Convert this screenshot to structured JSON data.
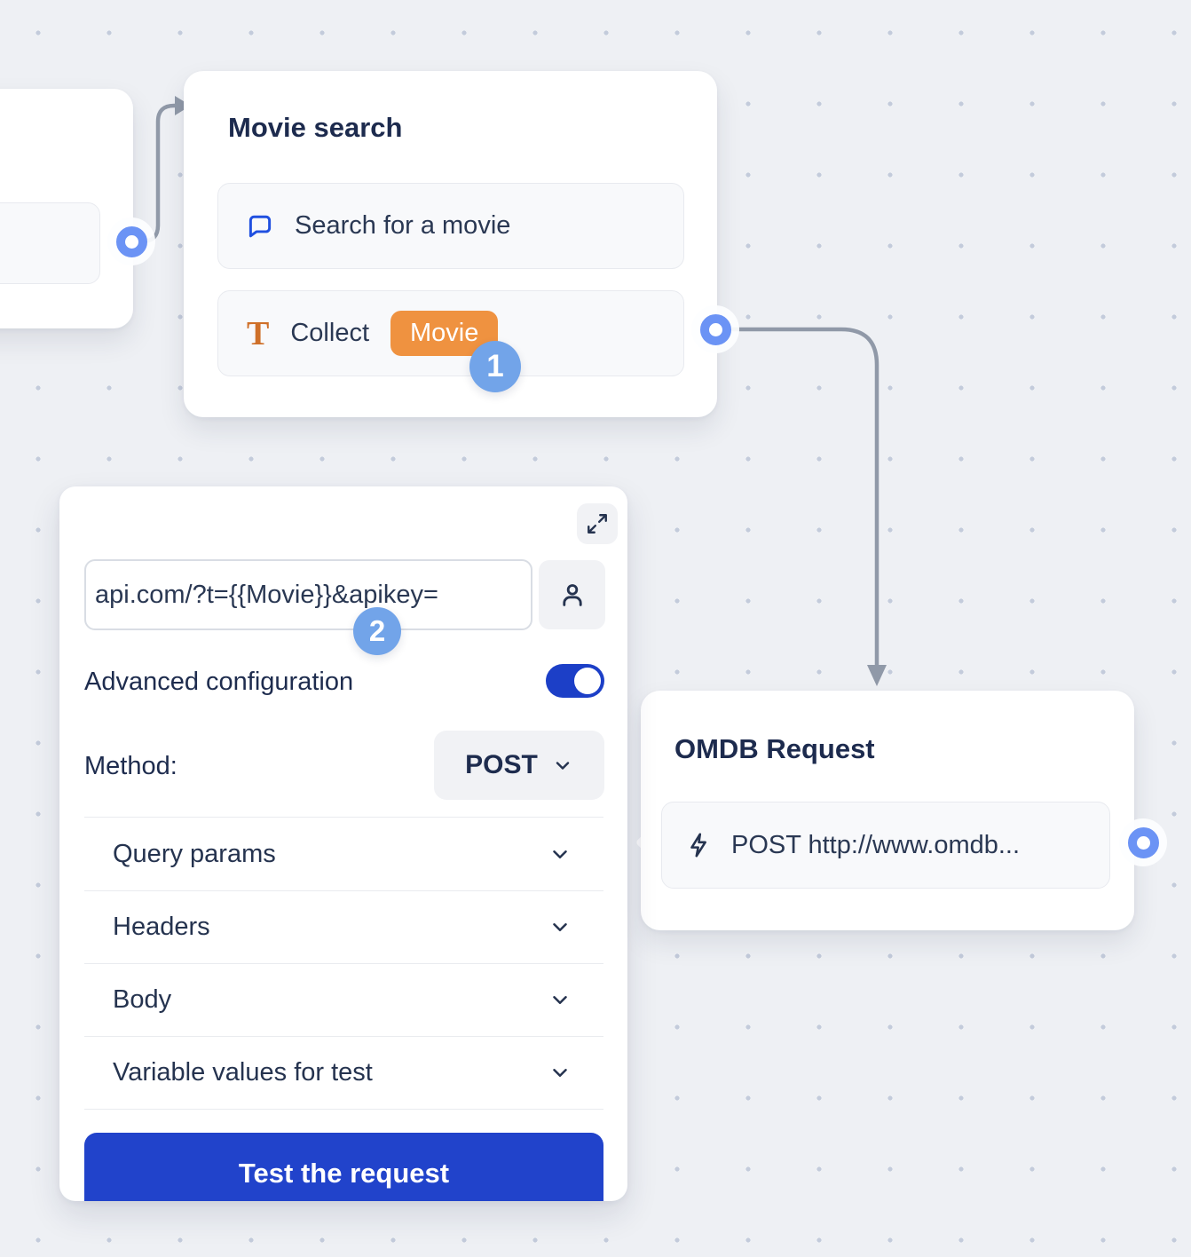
{
  "colors": {
    "accent_blue": "#2143cb",
    "toggle_blue": "#1c3fc7",
    "badge_blue": "#72a4e9",
    "port_blue": "#6b93f5",
    "variable_orange": "#ef9240",
    "connector_gray": "#9099a8",
    "text_dark": "#1d2b4e"
  },
  "canvas": {
    "movie_search": {
      "title": "Movie search",
      "row_message": {
        "label": "Search for a movie"
      },
      "row_collect": {
        "label": "Collect",
        "variable": "Movie"
      }
    },
    "omdb_request": {
      "title": "OMDB Request",
      "row_webhook": {
        "label": "POST http://www.omdb..."
      }
    }
  },
  "annotations": {
    "step_1": "1",
    "step_2": "2"
  },
  "request_panel": {
    "url_input": {
      "value": "api.com/?t={{Movie}}&apikey="
    },
    "advanced_toggle": {
      "label": "Advanced configuration",
      "enabled": true
    },
    "method": {
      "label": "Method:",
      "value": "POST"
    },
    "sections": [
      {
        "label": "Query params"
      },
      {
        "label": "Headers"
      },
      {
        "label": "Body"
      },
      {
        "label": "Variable values for test"
      }
    ],
    "test_button": {
      "label": "Test the request"
    }
  }
}
